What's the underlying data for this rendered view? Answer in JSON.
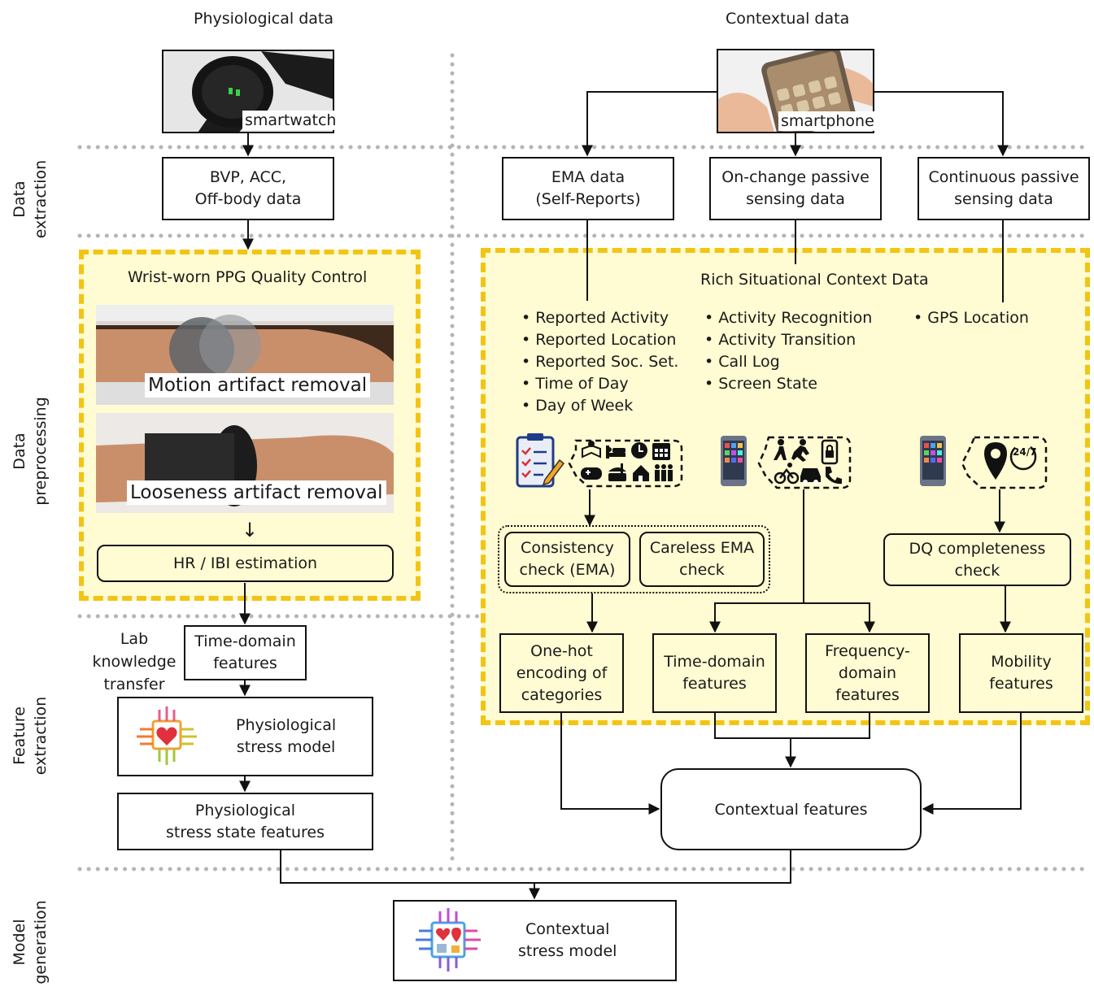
{
  "columns": {
    "physiological": "Physiological data",
    "contextual": "Contextual data"
  },
  "stages": {
    "extraction": "Data\nextraction",
    "preprocessing": "Data\npreprocessing",
    "feature": "Feature\nextraction",
    "model": "Model\ngeneration"
  },
  "devices": {
    "smartwatch": "smartwatch",
    "smartphone": "smartphone"
  },
  "extraction": {
    "bvp": "BVP, ACC,\nOff-body data",
    "ema": "EMA data\n(Self-Reports)",
    "onchange": "On-change passive\nsensing data",
    "continuous": "Continuous passive\nsensing data"
  },
  "ppg": {
    "title": "Wrist-worn PPG Quality Control",
    "motion": "Motion artifact removal",
    "looseness": "Looseness artifact removal",
    "arrow": "↓",
    "hr": "HR / IBI estimation"
  },
  "context": {
    "title": "Rich Situational Context Data",
    "ema_items": [
      "Reported Activity",
      "Reported Location",
      "Reported Soc. Set.",
      "Time of Day",
      "Day of Week"
    ],
    "passive_items": [
      "Activity Recognition",
      "Activity Transition",
      "Call Log",
      "Screen State"
    ],
    "gps_items": [
      "GPS Location"
    ],
    "icon_247": "24/7",
    "consistency": "Consistency\ncheck (EMA)",
    "careless": "Careless EMA\ncheck",
    "dq": "DQ completeness\ncheck"
  },
  "features": {
    "lab_transfer": "Lab\nknowledge\ntransfer",
    "time_domain_phys": "Time-domain\nfeatures",
    "phys_model": "Physiological\nstress model",
    "phys_state": "Physiological\nstress state features",
    "onehot": "One-hot\nencoding of\ncategories",
    "time_domain_ctx": "Time-domain\nfeatures",
    "frequency": "Frequency-\ndomain\nfeatures",
    "mobility": "Mobility\nfeatures",
    "contextual": "Contextual features"
  },
  "model": {
    "contextual_model": "Contextual\nstress model"
  },
  "colors": {
    "zone_border": "#f2c414",
    "zone_fill": "#fffbd2",
    "divider": "#b5b5b5"
  },
  "icons": [
    "clipboard-checklist-icon",
    "reading-icon",
    "bed-icon",
    "clock-icon",
    "calendar-icon",
    "gamepad-icon",
    "food-icon",
    "home-icon",
    "group-icon",
    "smartphone-icon",
    "walking-icon",
    "running-icon",
    "lock-screen-icon",
    "cycling-icon",
    "car-icon",
    "phone-call-icon",
    "location-pin-icon",
    "heart-chip-icon",
    "context-chip-icon"
  ]
}
